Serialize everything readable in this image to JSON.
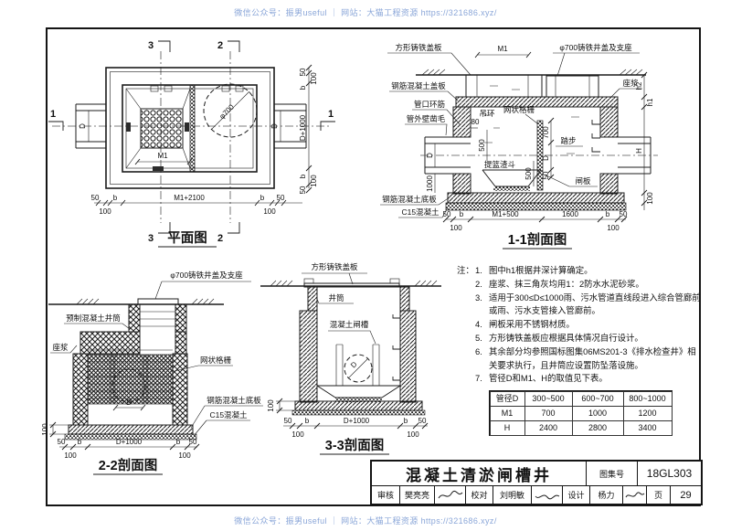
{
  "watermark": {
    "text": "微信公众号：振男useful ｜ 网站：大猫工程资源 https://321686.xyz/"
  },
  "plan": {
    "title": "平面图",
    "m1": "M1",
    "m1_2100": "M1+2100",
    "phi700": "φ700",
    "d": "D",
    "d1000": "D+1000",
    "n50": "50",
    "n100": "100",
    "b": "b",
    "s1": "1",
    "s2": "2",
    "s3": "3"
  },
  "s11": {
    "title": "1-1剖面图",
    "square_cover": "方形铸铁盖板",
    "m1": "M1",
    "phi700_cover": "φ700铸铁井盖及支座",
    "rc_cover": "钢筋混凝土盖板",
    "mortar": "座浆",
    "ring_rebar": "管口环筋",
    "wall_rough": "管外壁凿毛",
    "hook": "吊环",
    "mesh": "网状格栅",
    "steps": "踏步",
    "basket": "提篮渣斗",
    "gate": "闸板",
    "rc_base": "钢筋混凝土底板",
    "c15": "C15混凝土",
    "n80": "80",
    "n500": "500",
    "n700": "700",
    "d": "D",
    "n50": "50",
    "n1000": "1000",
    "h2": "h2",
    "h1": "h1",
    "h": "H",
    "n100": "100",
    "b": "b",
    "m1_500": "M1+500",
    "n1600": "1600"
  },
  "s22": {
    "title": "2-2剖面图",
    "phi700_cover": "φ700铸铁井盖及支座",
    "precast": "预制混凝土井筒",
    "mortar": "座浆",
    "mesh": "网状格栅",
    "rc_base": "钢筋混凝土底板",
    "c15": "C15混凝土",
    "d": "D",
    "d1000": "D+1000",
    "n50": "50",
    "n100": "100",
    "b": "b"
  },
  "s33": {
    "title": "3-3剖面图",
    "square_cover": "方形铸铁盖板",
    "shaft": "井筒",
    "slot": "混凝土闸槽",
    "d": "D",
    "d1000": "D+1000",
    "n50": "50",
    "n100": "100",
    "b": "b"
  },
  "notes": {
    "heading": "注：",
    "items": [
      {
        "no": "1.",
        "text": "图中h1根据井深计算确定。"
      },
      {
        "no": "2.",
        "text": "座浆、抹三角灰均用1：2防水水泥砂浆。"
      },
      {
        "no": "3.",
        "text": "适用于300≤D≤1000雨、污水管道直线段进入综合管廊前或雨、污水支管接入管廊前。"
      },
      {
        "no": "4.",
        "text": "闸板采用不锈钢材质。"
      },
      {
        "no": "5.",
        "text": "方形铸铁盖板应根据具体情况自行设计。"
      },
      {
        "no": "6.",
        "text": "其余部分均参照国标图集06MS201-3《排水检查井》相关要求执行，且井筒应设置防坠落设施。"
      },
      {
        "no": "7.",
        "text": "管径D和M1、H的取值见下表。"
      }
    ]
  },
  "table": {
    "header": [
      "管径D",
      "300~500",
      "600~700",
      "800~1000"
    ],
    "rows": [
      [
        "M1",
        "700",
        "1000",
        "1200"
      ],
      [
        "H",
        "2400",
        "2800",
        "3400"
      ]
    ]
  },
  "tb": {
    "title": "混凝土清淤闸槽井",
    "atlas_label": "图集号",
    "atlas_no": "18GL303",
    "page_label": "页",
    "page_no": "29",
    "audit_label": "审核",
    "audit_name": "樊亮亮",
    "proof_label": "校对",
    "proof_name": "刘明敏",
    "design_label": "设计",
    "design_name": "杨力"
  }
}
